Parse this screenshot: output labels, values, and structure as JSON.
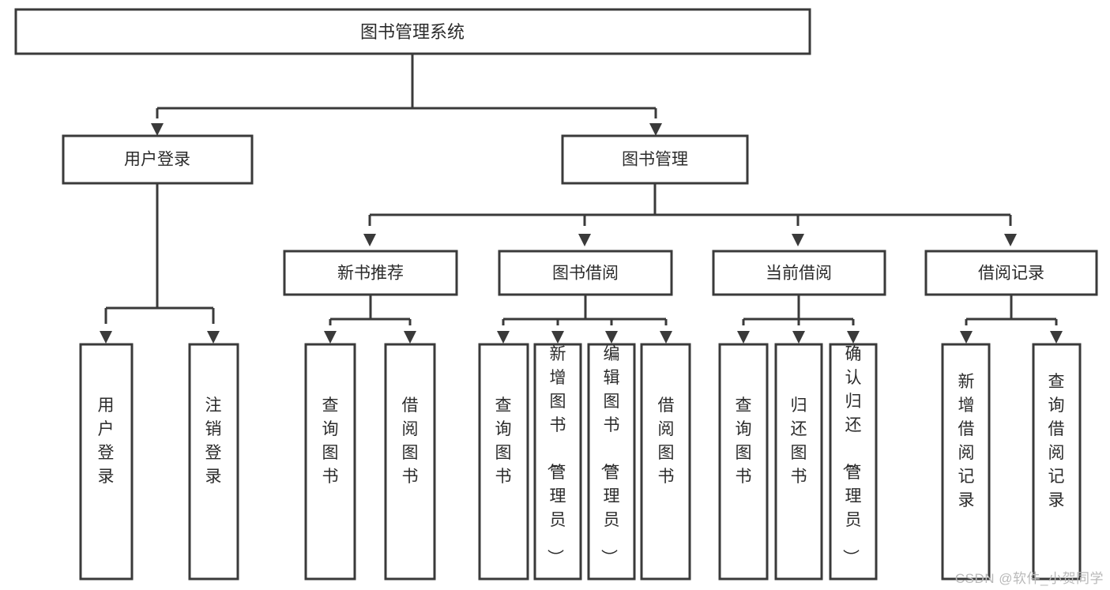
{
  "diagram": {
    "type": "tree",
    "title": "图书管理系统",
    "root": {
      "id": "root",
      "label": "图书管理系统",
      "orientation": "horizontal"
    },
    "level2": [
      {
        "id": "user-login",
        "label": "用户登录",
        "orientation": "horizontal"
      },
      {
        "id": "book-manage",
        "label": "图书管理",
        "orientation": "horizontal"
      }
    ],
    "level3": [
      {
        "id": "new-book-recommend",
        "label": "新书推荐",
        "orientation": "horizontal",
        "parent": "book-manage"
      },
      {
        "id": "book-borrow",
        "label": "图书借阅",
        "orientation": "horizontal",
        "parent": "book-manage"
      },
      {
        "id": "current-borrow",
        "label": "当前借阅",
        "orientation": "horizontal",
        "parent": "book-manage"
      },
      {
        "id": "borrow-record",
        "label": "借阅记录",
        "orientation": "horizontal",
        "parent": "book-manage"
      }
    ],
    "leaves": [
      {
        "id": "leaf-user-login",
        "label": "用户登录",
        "orientation": "vertical",
        "parent": "user-login"
      },
      {
        "id": "leaf-user-logout",
        "label": "注销登录",
        "orientation": "vertical",
        "parent": "user-login"
      },
      {
        "id": "leaf-query-book-1",
        "label": "查询图书",
        "orientation": "vertical",
        "parent": "new-book-recommend"
      },
      {
        "id": "leaf-borrow-book-1",
        "label": "借阅图书",
        "orientation": "vertical",
        "parent": "new-book-recommend"
      },
      {
        "id": "leaf-query-book-2",
        "label": "查询图书",
        "orientation": "vertical",
        "parent": "book-borrow"
      },
      {
        "id": "leaf-add-book",
        "label": "新增图书（管理员）",
        "orientation": "vertical",
        "parent": "book-borrow"
      },
      {
        "id": "leaf-edit-book",
        "label": "编辑图书（管理员）",
        "orientation": "vertical",
        "parent": "book-borrow"
      },
      {
        "id": "leaf-borrow-book-2",
        "label": "借阅图书",
        "orientation": "vertical",
        "parent": "book-borrow"
      },
      {
        "id": "leaf-query-book-3",
        "label": "查询图书",
        "orientation": "vertical",
        "parent": "current-borrow"
      },
      {
        "id": "leaf-return-book",
        "label": "归还图书",
        "orientation": "vertical",
        "parent": "current-borrow"
      },
      {
        "id": "leaf-confirm-return",
        "label": "确认归还（管理员）",
        "orientation": "vertical",
        "parent": "current-borrow"
      },
      {
        "id": "leaf-add-record",
        "label": "新增借阅记录",
        "orientation": "vertical",
        "parent": "borrow-record"
      },
      {
        "id": "leaf-query-record",
        "label": "查询借阅记录",
        "orientation": "vertical",
        "parent": "borrow-record"
      }
    ],
    "colors": {
      "stroke": "#3a3a3a",
      "fill": "#ffffff",
      "text": "#2b2b2b",
      "background": "#ffffff",
      "watermark": "#b9b9b9"
    }
  },
  "watermark": {
    "text": "CSDN @软件_小贺同学"
  }
}
